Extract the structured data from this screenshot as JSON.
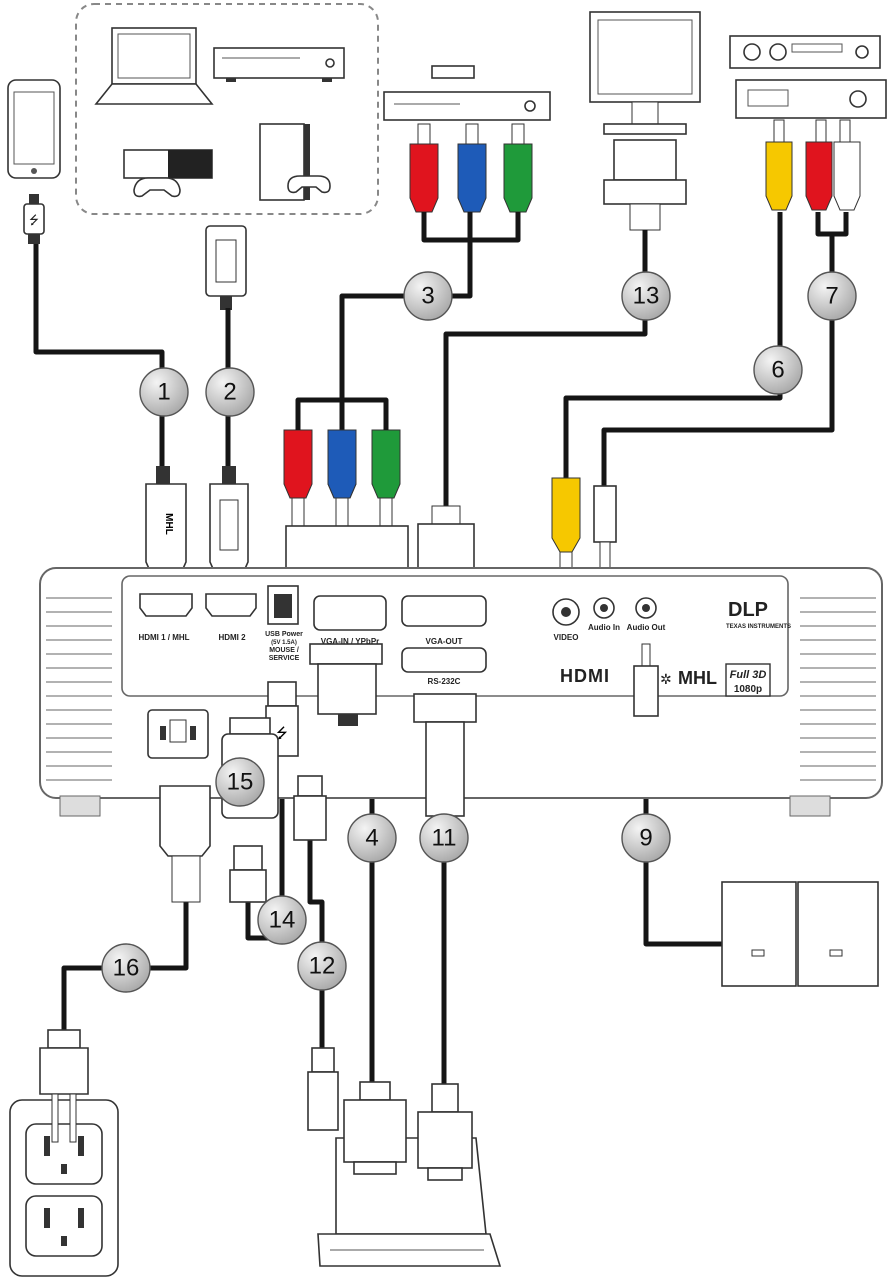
{
  "badges": [
    "1",
    "2",
    "3",
    "4",
    "6",
    "7",
    "9",
    "11",
    "12",
    "13",
    "14",
    "15",
    "16"
  ],
  "port_labels": {
    "hdmi1": "HDMI 1 / MHL",
    "hdmi2": "HDMI 2",
    "usb_power": "USB Power",
    "usb_power_sub": "(5V 1.5A)",
    "mouse_service_1": "MOUSE /",
    "mouse_service_2": "SERVICE",
    "vga_in": "VGA-IN / YPbPr",
    "vga_out": "VGA-OUT",
    "rs232": "RS-232C",
    "video": "VIDEO",
    "audio_in": "Audio In",
    "audio_out": "Audio Out"
  },
  "logos": {
    "dlp": "DLP",
    "dlp_sub": "TEXAS INSTRUMENTS",
    "hdmi": "HDMI",
    "mhl": "MHL",
    "full3d": "Full 3D",
    "resolution": "1080p"
  },
  "colors": {
    "cable": "#151515",
    "usb_highlight": "#27a9e1",
    "rca_red": "#e0141e",
    "rca_blue": "#1e5bb8",
    "rca_green": "#1f9a3a",
    "rca_yellow": "#f6c800",
    "rca_white": "#ffffff",
    "badge_fill": "#c9c9c9"
  },
  "icons": [
    "smartphone-icon",
    "laptop-icon",
    "dvd-player-icon",
    "game-console-icon",
    "monitor-icon",
    "vcr-icon",
    "speaker-icon",
    "wall-outlet-icon",
    "usb-icon"
  ]
}
